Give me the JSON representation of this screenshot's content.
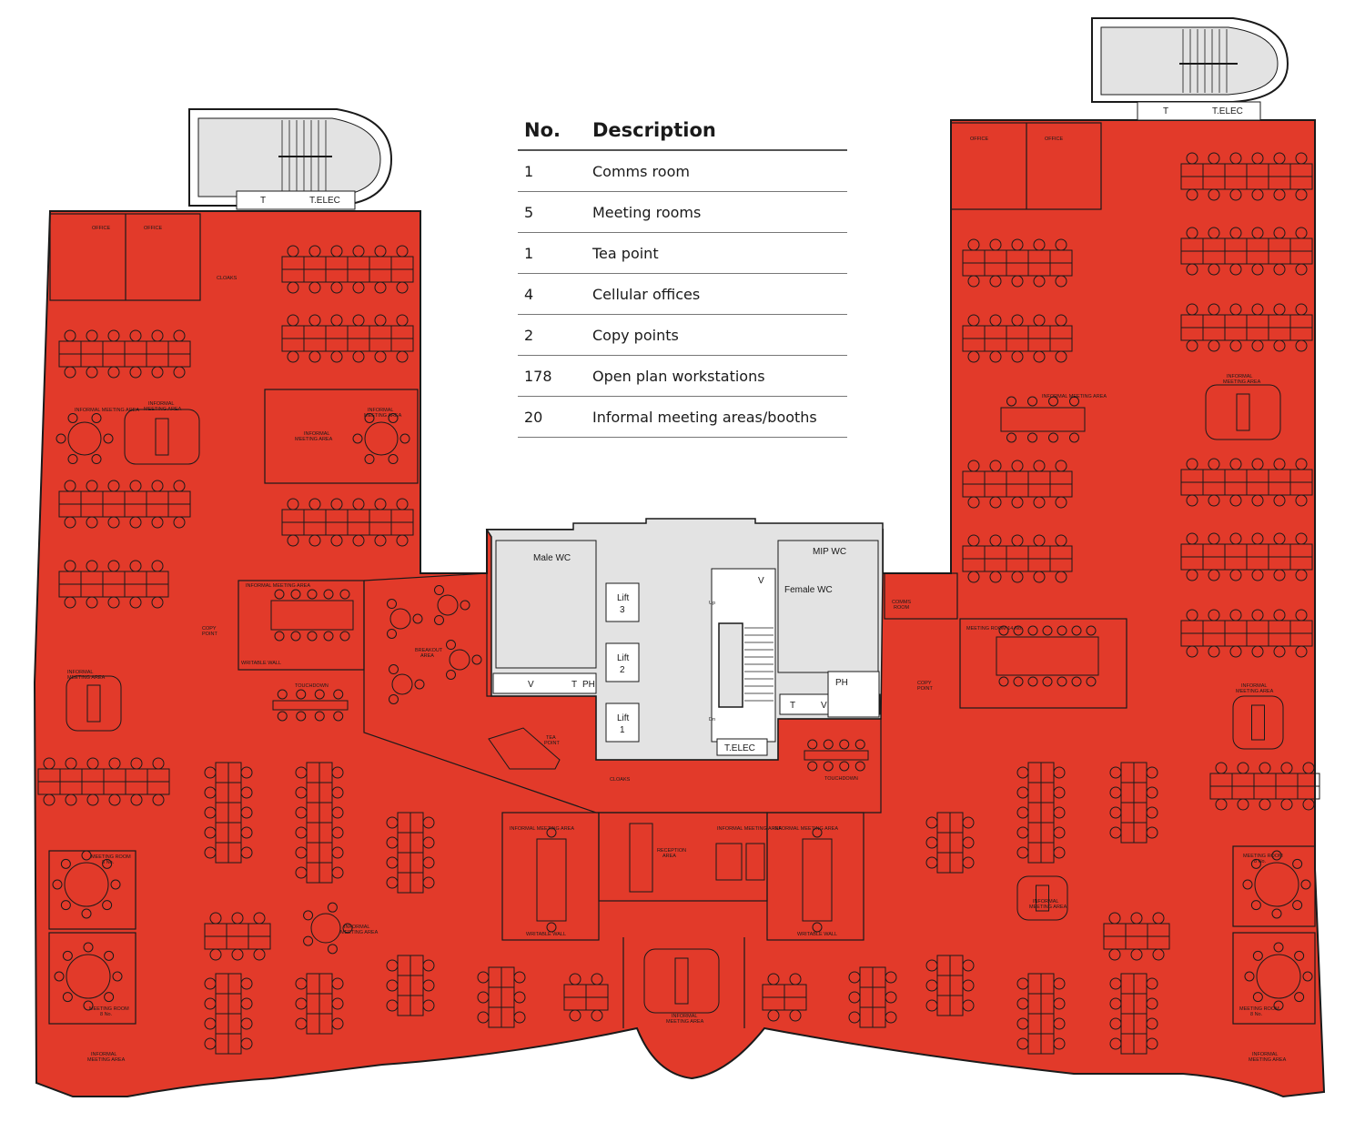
{
  "legend": {
    "header": {
      "no": "No.",
      "description": "Description"
    },
    "rows": [
      {
        "no": "1",
        "description": "Comms room"
      },
      {
        "no": "5",
        "description": "Meeting rooms"
      },
      {
        "no": "1",
        "description": "Tea point"
      },
      {
        "no": "4",
        "description": "Cellular offices"
      },
      {
        "no": "2",
        "description": "Copy points"
      },
      {
        "no": "178",
        "description": "Open plan workstations"
      },
      {
        "no": "20",
        "description": "Informal meeting areas/booths"
      }
    ]
  },
  "labels": {
    "male_wc": "Male WC",
    "female_wc": "Female WC",
    "mip_wc": "MIP WC",
    "lift_label": "Lift",
    "lift_1": "1",
    "lift_2": "2",
    "lift_3": "3",
    "telec": "T.ELEC",
    "t": "T",
    "v": "V",
    "ph": "PH",
    "up": "Up",
    "dn": "Dn",
    "office": "OFFICE",
    "cloaks": "CLOAKS",
    "informal_meeting_area": "INFORMAL MEETING AREA",
    "informal": "INFORMAL",
    "meeting_area": "MEETING AREA",
    "copy_point": "COPY POINT",
    "copy": "COPY",
    "point": "POINT",
    "writable_wall": "WRITABLE WALL",
    "touchdown": "TOUCHDOWN",
    "breakout": "BREAKOUT",
    "area": "AREA",
    "tea": "TEA",
    "reception": "RECEPTION",
    "comms": "COMMS",
    "room": "ROOM",
    "meeting_room": "MEETING ROOM",
    "meeting_room_14": "MEETING ROOM 14 No.",
    "meeting_room_8": "MEETING ROOM",
    "eight_no": "8 No."
  },
  "colors": {
    "floor": "#e23a2a",
    "core": "#e3e3e3",
    "line": "#1a1a1a",
    "wall": "#ffffff"
  }
}
